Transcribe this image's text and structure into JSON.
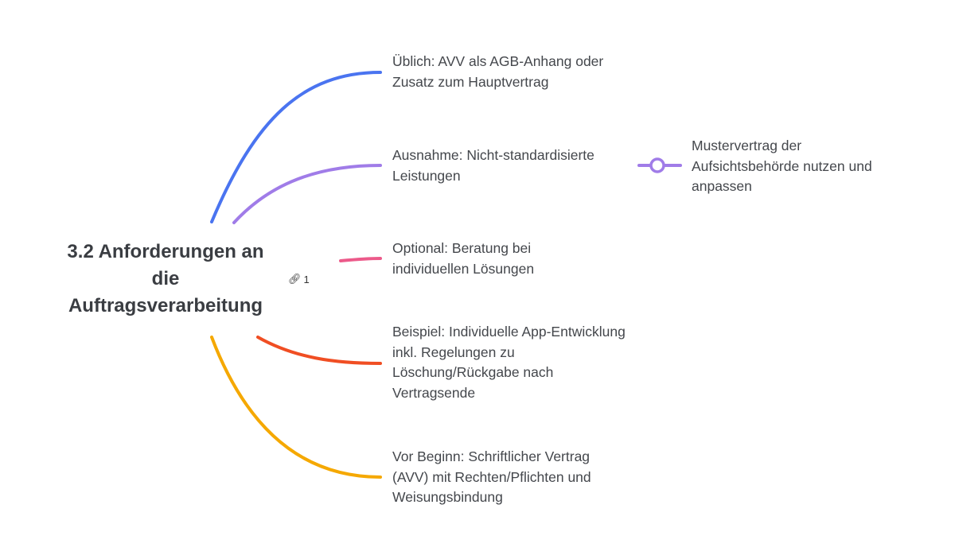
{
  "root": {
    "lines": [
      "3.2 Anforderungen an",
      "die",
      "Auftragsverarbeitung"
    ],
    "link_count": "1"
  },
  "branches": [
    {
      "lines": [
        "Üblich: AVV als AGB-Anhang oder",
        "Zusatz zum Hauptvertrag"
      ],
      "color": "#4a74f0"
    },
    {
      "lines": [
        "Ausnahme: Nicht-standardisierte",
        "Leistungen"
      ],
      "color": "#a07ce8",
      "children": [
        {
          "lines": [
            "Mustervertrag der",
            "Aufsichtsbehörde nutzen und",
            "anpassen"
          ]
        }
      ]
    },
    {
      "lines": [
        "Optional: Beratung bei",
        "individuellen Lösungen"
      ],
      "color": "#ec5a8a"
    },
    {
      "lines": [
        "Beispiel: Individuelle App-Entwicklung",
        "inkl. Regelungen zu",
        "Löschung/Rückgabe nach",
        "Vertragsende"
      ],
      "color": "#f04e23"
    },
    {
      "lines": [
        "Vor Beginn: Schriftlicher Vertrag",
        "(AVV) mit Rechten/Pflichten und",
        "Weisungsbindung"
      ],
      "color": "#f5a800"
    }
  ]
}
